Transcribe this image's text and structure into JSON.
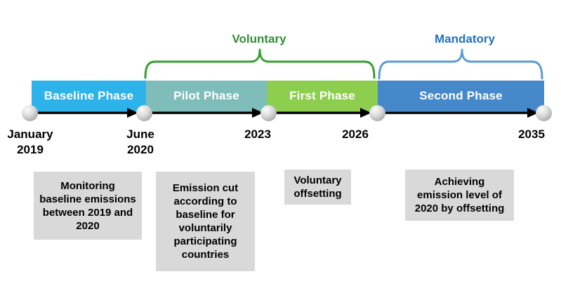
{
  "colors": {
    "baseline_phase": "#2DB3EA",
    "pilot_phase": "#7EBDB9",
    "first_phase": "#8DCE4F",
    "second_phase": "#4689CB",
    "voluntary_label": "#2E9132",
    "voluntary_brace": "#35A02F",
    "mandatory_label": "#1F71C1",
    "mandatory_brace": "#5B9BD5",
    "note_box_bg": "#D9D9D9",
    "timeline_arrow": "#000000",
    "milestone_marker": "#C9C9C9"
  },
  "timeline": {
    "phases": [
      {
        "label": "Baseline Phase",
        "color": "#2DB3EA"
      },
      {
        "label": "Pilot Phase",
        "color": "#7EBDB9"
      },
      {
        "label": "First Phase",
        "color": "#8DCE4F"
      },
      {
        "label": "Second Phase",
        "color": "#4689CB"
      }
    ],
    "milestones": [
      {
        "line1": "January",
        "line2": "2019"
      },
      {
        "line1": "June",
        "line2": "2020"
      },
      {
        "line1": "2023",
        "line2": ""
      },
      {
        "line1": "2026",
        "line2": ""
      },
      {
        "line1": "2035",
        "line2": ""
      }
    ]
  },
  "brackets": [
    {
      "label": "Voluntary",
      "label_color": "#2E9132",
      "brace_color": "#35A02F"
    },
    {
      "label": "Mandatory",
      "label_color": "#1F71C1",
      "brace_color": "#5B9BD5"
    }
  ],
  "notes": [
    {
      "text": "Monitoring baseline emissions between 2019 and 2020"
    },
    {
      "text": "Emission cut according to baseline for voluntarily participating countries"
    },
    {
      "text": "Voluntary offsetting"
    },
    {
      "text": "Achieving emission level of 2020 by offsetting"
    }
  ]
}
